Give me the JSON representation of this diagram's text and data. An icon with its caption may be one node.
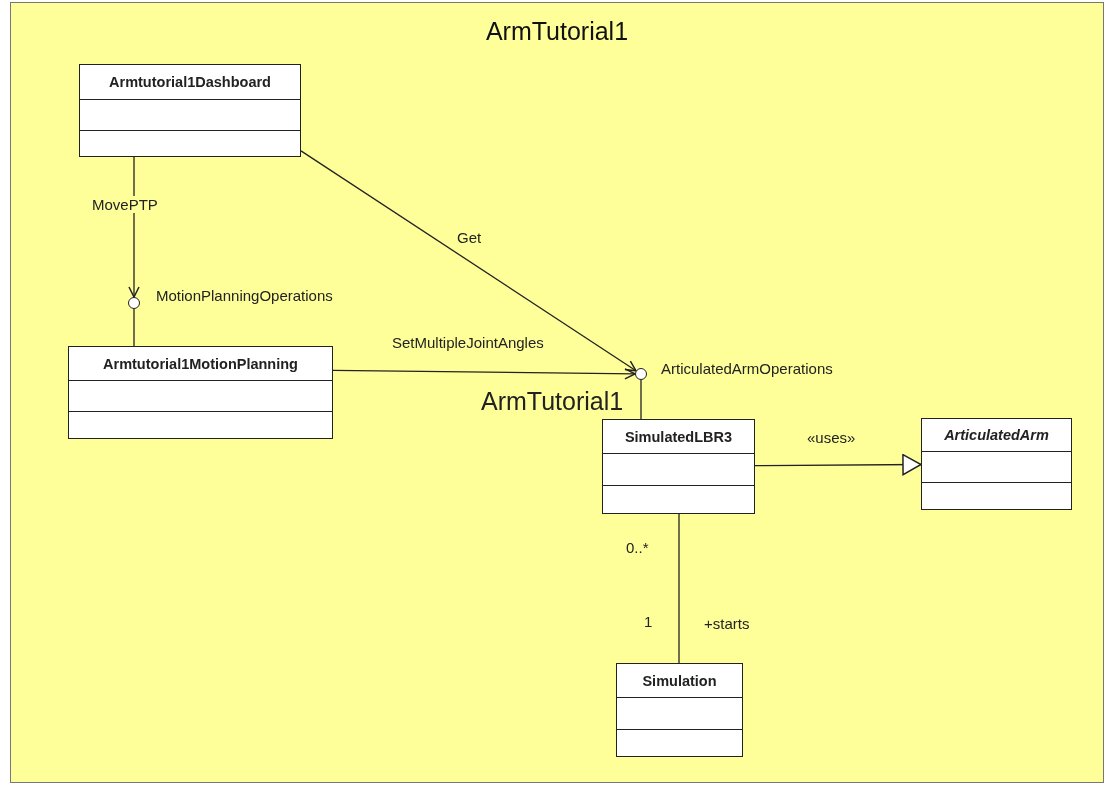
{
  "diagram": {
    "nodes": [
      {
        "text": [
          "ArmTutorial1"
        ]
      },
      {
        "text": [
          "Armtutorial1Dashboard"
        ],
        "in": 0
      },
      {
        "text": [],
        "shape": "circle",
        "beside": [
          "MotionPlanningOperations"
        ],
        "in": 0
      },
      {
        "text": [
          "Armtutorial1MotionPlanning"
        ],
        "in": 0
      },
      {
        "text": [],
        "shape": "circle",
        "beside": [
          "ArticulatedArmOperations"
        ],
        "in": 0
      },
      {
        "text": [
          "SimulatedLBR3"
        ],
        "in": 0
      },
      {
        "text": [
          "ArticulatedArm"
        ],
        "in": 0
      },
      {
        "text": [
          "Simulation"
        ],
        "in": 0
      }
    ],
    "edges": [
      {
        "from": 1,
        "to": 2,
        "arrow": "to",
        "label": "MovePTP"
      },
      {
        "from": 2,
        "to": 3,
        "arrow": "none"
      },
      {
        "from": 1,
        "to": 4,
        "arrow": "to",
        "label": "Get"
      },
      {
        "from": 3,
        "to": 4,
        "arrow": "to",
        "label": "SetMultipleJointAngles"
      },
      {
        "from": 4,
        "to": 5,
        "arrow": "none"
      },
      {
        "from": 5,
        "to": 6,
        "arrow": "to",
        "label": "«uses»"
      },
      {
        "from": 5,
        "to": 7,
        "arrow": "none",
        "label": "+starts"
      }
    ],
    "labels": [
      "ArmTutorial1",
      "0..*",
      "1"
    ]
  }
}
